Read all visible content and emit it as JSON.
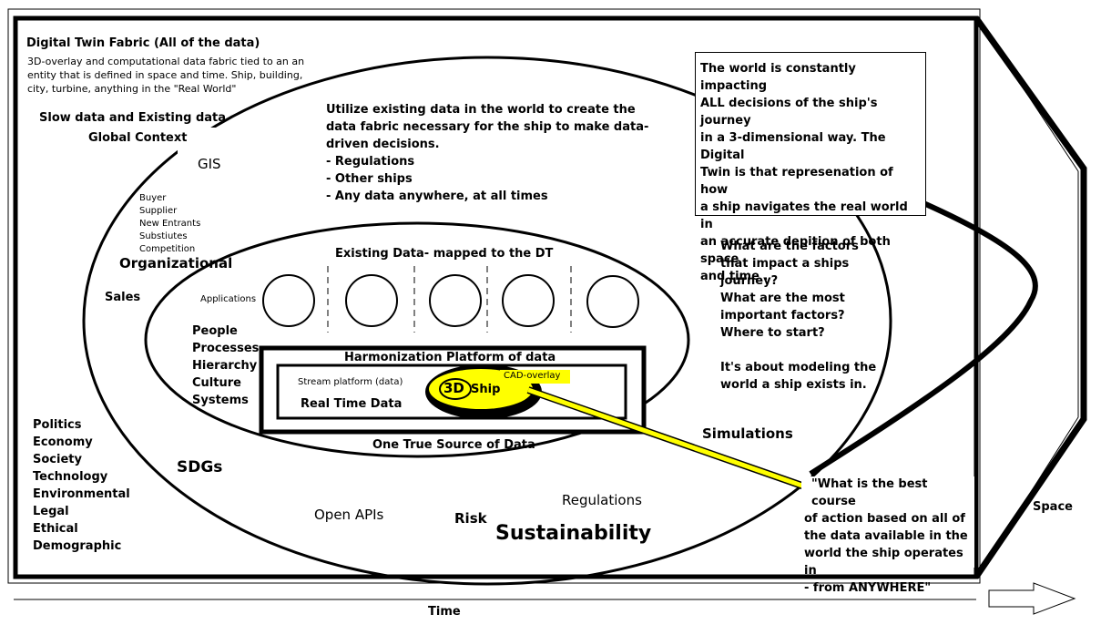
{
  "fabric": {
    "title": "Digital Twin Fabric (All of the data)",
    "description": [
      "3D-overlay and computational data fabric tied to an an",
      "entity that is defined in space and time. Ship, building,",
      "city, turbine, anything in the \"Real World\""
    ]
  },
  "outer_ring": {
    "slow_data": "Slow data and Existing data",
    "global_context": "Global Context",
    "gis": "GIS",
    "sdgs": "SDGs",
    "open_apis": "Open APIs",
    "risk": "Risk",
    "sustainability": "Sustainability",
    "regulations": "Regulations",
    "simulations": "Simulations",
    "utilize_lines": [
      "Utilize existing data in the world to create the",
      "data fabric necessary for the ship to make data-",
      "driven decisions.",
      "- Regulations",
      "- Other ships",
      "- Any data anywhere, at all times"
    ],
    "factors_lines": [
      "What are the factors",
      "that impact a ships",
      "journey?",
      "What are the most",
      "important factors?",
      "Where to start?",
      "",
      "It's about modeling the",
      "world a ship exists in."
    ],
    "pestle": [
      "Politics",
      "Economy",
      "Society",
      "Technology",
      "Environmental",
      "Legal",
      "Ethical",
      "Demographic"
    ]
  },
  "organizational": {
    "label": "Organizational",
    "forces": [
      "Buyer",
      "Supplier",
      "New Entrants",
      "Substiutes",
      "Competition"
    ],
    "sales": "Sales"
  },
  "inner_ring": {
    "existing_data": "Existing Data- mapped to the DT",
    "applications": "Applications",
    "people_lines": [
      "People",
      "Processes",
      "Hierarchy",
      "Culture",
      "Systems"
    ],
    "one_true_source": "One True Source of Data"
  },
  "platform": {
    "harmonization": "Harmonization Platform of data",
    "stream": "Stream platform (data)",
    "real_time": "Real Time Data",
    "badge_3d": "3D",
    "ship": "Ship",
    "cad_overlay": "CAD-overlay"
  },
  "world_box": {
    "lines": [
      "The world is constantly impacting",
      "ALL decisions of the ship's journey",
      "in a 3-dimensional way. The Digital",
      "Twin is that represenation of how",
      "a ship navigates the real world in",
      "an accurate depition of both space",
      "and time ."
    ]
  },
  "course_box": {
    "lines": [
      "\"What is the best course",
      "of action based on all of",
      "the data available in the",
      "world the ship operates in",
      "- from ANYWHERE\""
    ]
  },
  "axes": {
    "space": "Space",
    "time": "Time"
  },
  "colors": {
    "highlight": "#ffff00",
    "line": "#000000",
    "background": "#ffffff"
  }
}
